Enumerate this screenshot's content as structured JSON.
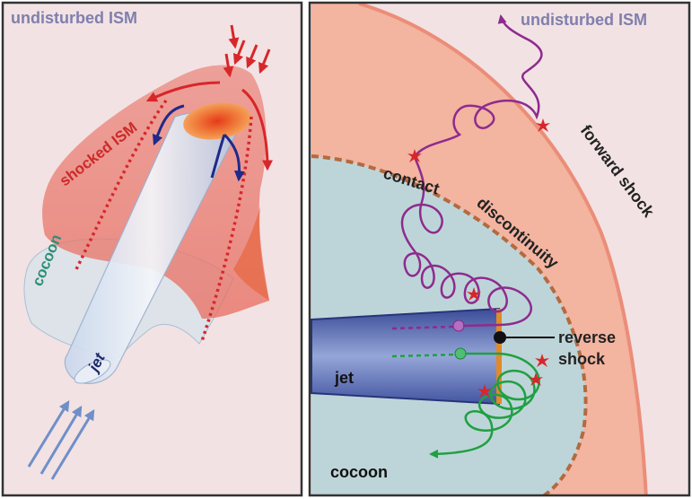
{
  "left_panel": {
    "title": "undisturbed ISM",
    "labels": {
      "shocked_ism": "shocked ISM",
      "cocoon": "cocoon",
      "jet": "jet"
    }
  },
  "right_panel": {
    "title": "undisturbed ISM",
    "labels": {
      "forward_shock": "forward shock",
      "contact": "contact",
      "discontinuity": "discontinuity",
      "jet": "jet",
      "reverse": "reverse",
      "shock": "shock",
      "cocoon": "cocoon"
    }
  },
  "colors": {
    "background": "#f2e2e3",
    "shocked_region": "#f3b4a0",
    "forward_shock_line": "#eb8d78",
    "cocoon_region": "#bdd5d8",
    "contact_line": "#b36a40",
    "jet_blue": "#5a6fb6",
    "reverse_shock": "#e08a2a",
    "purple_path": "#8e2b8e",
    "green_path": "#1fa042",
    "red_arrow": "#d8262a",
    "dark_blue_arrow": "#1f2a8a",
    "light_blue_arrow": "#6f8fc9",
    "title_text": "#7f7fae",
    "shocked_ism_text": "#cc2a2a",
    "cocoon_text": "#2c8f7a",
    "jet_text": "#1f2a6a",
    "dark_text": "#222222"
  }
}
